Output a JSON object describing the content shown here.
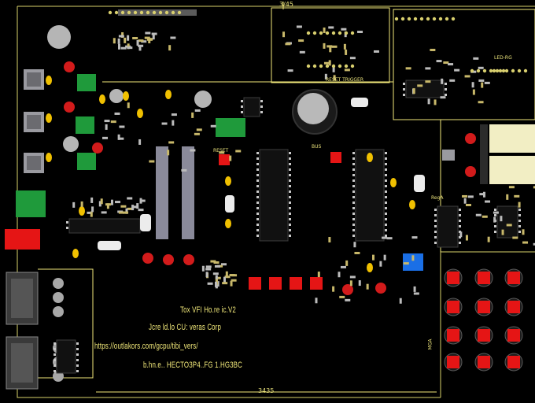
{
  "view": {
    "background": "#000000",
    "board_outline_color": "#d8d26a",
    "silkscreen_color": "#f2e97a"
  },
  "silkscreen": {
    "lines": [
      "Tox VFI Ho.re  ic.V2",
      "Jcre ld.lo CU: veras Corp",
      "https://outlakors.com/gcpu/tibi_vers/",
      "b.hn.e..  HECTO3P4..FG 1.HG3BC"
    ]
  },
  "labels": {
    "top_dim": "3/45",
    "bottom_dim": "3435",
    "reset": "RESET",
    "reset_right": "RESET  TRIGGER",
    "reg": "RegA",
    "bus": "BUS",
    "io": "MGA",
    "led": "LED-RG"
  },
  "colors": {
    "red": "#e51515",
    "green": "#1f9a3b",
    "blue": "#1a6fe6",
    "ic": "#111111",
    "header": "#8a8a9a",
    "tant": "#f0c000",
    "gold": "#e9d86a"
  },
  "icons": {
    "button": "push-button-icon",
    "led": "led-icon",
    "connector": "db9-connector-icon"
  }
}
